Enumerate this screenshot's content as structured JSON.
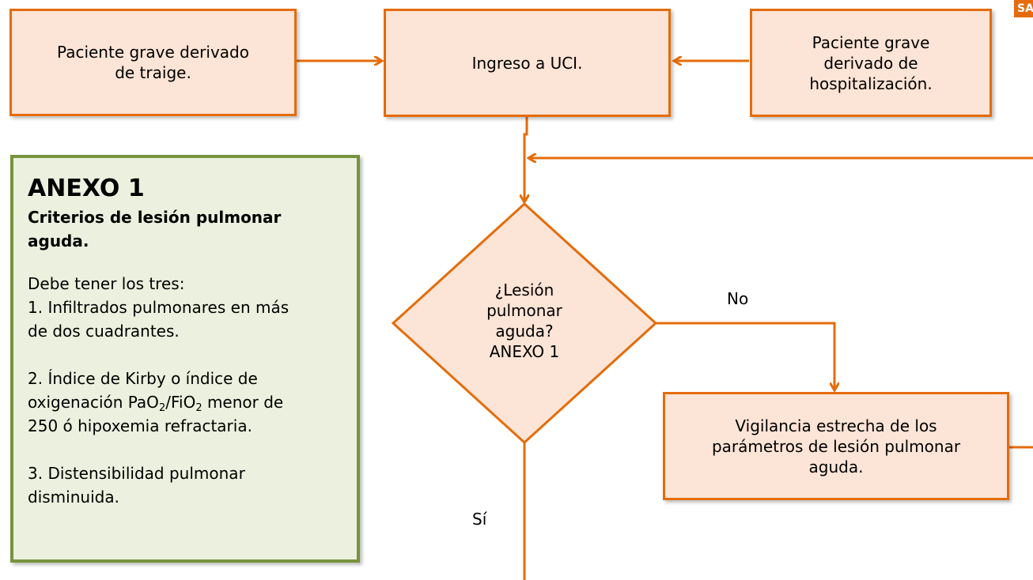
{
  "colors": {
    "box_fill": "#fce4d6",
    "box_border": "#e46c0a",
    "connector": "#e46c0a",
    "annex_fill": "#ebf1de",
    "annex_border": "#77933c"
  },
  "nodes": {
    "triage": {
      "line1": "Paciente grave derivado",
      "line2": "de traige."
    },
    "uci": {
      "text": "Ingreso a UCI."
    },
    "hospital": {
      "line1": "Paciente grave",
      "line2": "derivado de",
      "line3": "hospitalización."
    },
    "decision": {
      "line1": "¿Lesión",
      "line2": "pulmonar",
      "line3": "aguda?",
      "line4": "ANEXO 1"
    },
    "vigilancia": {
      "line1": "Vigilancia estrecha de los",
      "line2": "parámetros de lesión pulmonar",
      "line3": "aguda."
    }
  },
  "edge_labels": {
    "no": "No",
    "si": "Sí"
  },
  "annex": {
    "title": "ANEXO 1",
    "subtitle": "Criterios de lesión pulmonar aguda.",
    "intro": "Debe tener los tres:",
    "c1_line1": "1. Infiltrados pulmonares en más",
    "c1_line2": "de dos cuadrantes.",
    "c2_line1": "2. Índice de Kirby o índice de",
    "c2_pre": "oxigenación PaO",
    "c2_sub1": "2",
    "c2_mid": "/FiO",
    "c2_sub2": "2",
    "c2_post": " menor de",
    "c2_line3": "250 ó hipoxemia refractaria.",
    "c3_line1": "3. Distensibilidad pulmonar",
    "c3_line2": "disminuida."
  },
  "corner_logo": {
    "text": "SA",
    "icon": "brand-logo-fragment"
  }
}
